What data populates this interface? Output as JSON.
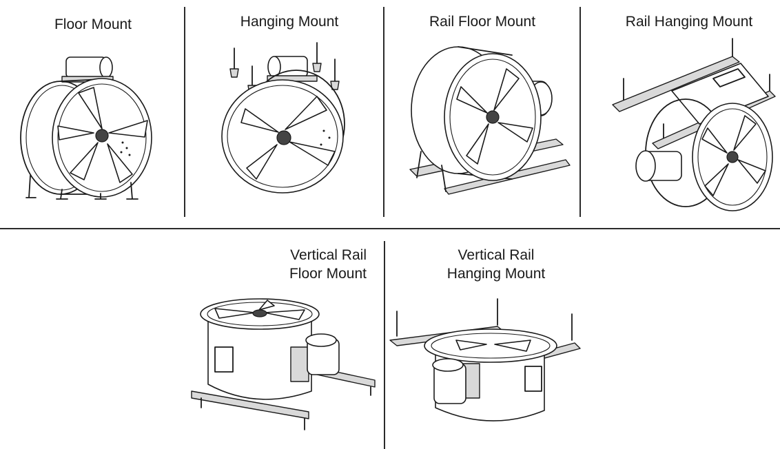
{
  "panels": {
    "floor_mount": {
      "label": "Floor Mount"
    },
    "hanging_mount": {
      "label": "Hanging Mount"
    },
    "rail_floor_mount": {
      "label": "Rail Floor Mount"
    },
    "rail_hanging_mount": {
      "label": "Rail Hanging Mount"
    },
    "vertical_rail_floor_mount": {
      "label_line1": "Vertical Rail",
      "label_line2": "Floor Mount"
    },
    "vertical_rail_hanging_mount": {
      "label_line1": "Vertical Rail",
      "label_line2": "Hanging Mount"
    }
  },
  "colors": {
    "line": "#1a1a1a",
    "divider": "#2a2a2a",
    "background": "#ffffff"
  }
}
